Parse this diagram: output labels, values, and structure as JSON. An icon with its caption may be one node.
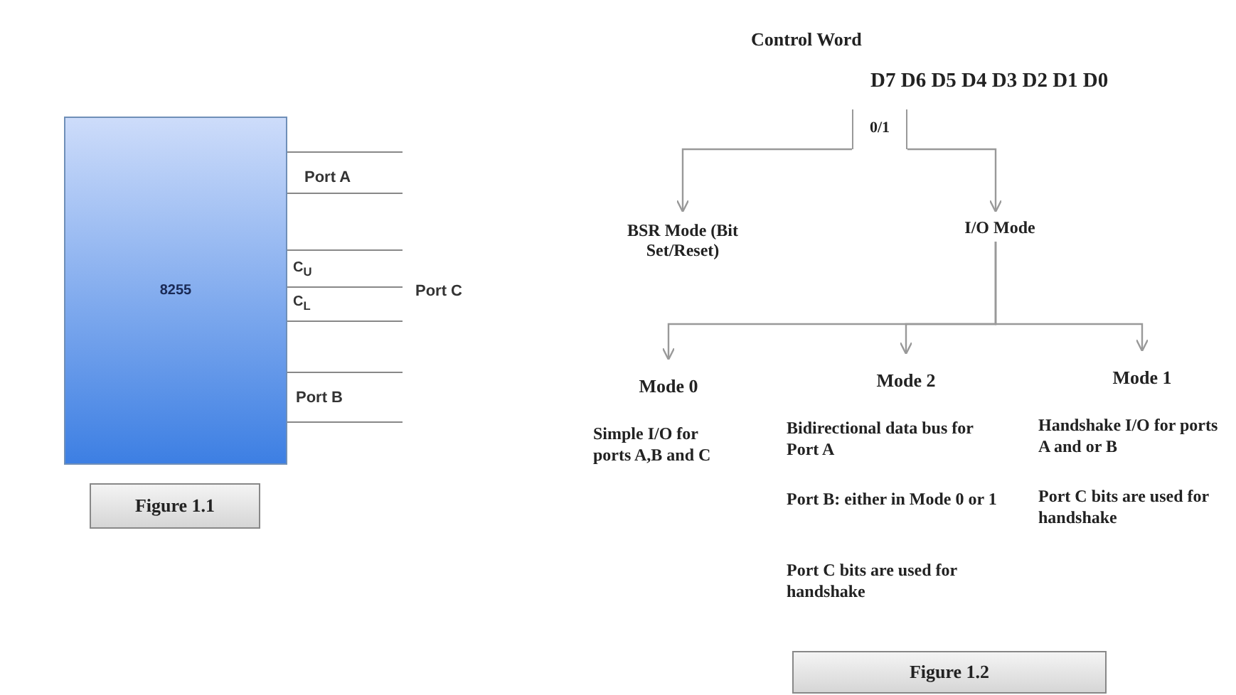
{
  "diagram": {
    "nodes": [
      {
        "text": [
          "8255"
        ]
      },
      {
        "text": [
          "Figure 1.1"
        ]
      },
      {
        "text": [
          "0/1"
        ]
      },
      {
        "text": [
          "BSR Mode (Bit Set/Reset)"
        ]
      },
      {
        "text": [
          "I/O Mode"
        ]
      },
      {
        "text": [
          "Mode 0"
        ],
        "beside": [
          "Simple I/O for ports A,B and C"
        ]
      },
      {
        "text": [
          "Mode 2"
        ],
        "beside": [
          "Bidirectional data bus for Port A",
          "Port B: either in Mode 0 or 1",
          "Port C bits are used for handshake"
        ]
      },
      {
        "text": [
          "Mode 1"
        ],
        "beside": [
          "Handshake I/O for ports A and or B",
          "Port C bits are used for handshake"
        ]
      },
      {
        "text": [
          "Figure 1.2"
        ]
      }
    ],
    "edges": [
      {
        "from": 2,
        "to": 3,
        "arrow": "to"
      },
      {
        "from": 2,
        "to": 4,
        "arrow": "to"
      },
      {
        "from": 4,
        "to": 5,
        "arrow": "to"
      },
      {
        "from": 4,
        "to": 6,
        "arrow": "to"
      },
      {
        "from": 4,
        "to": 7,
        "arrow": "to"
      }
    ],
    "labels": [
      "Port A",
      "C$_{U}$",
      "C$_{L}$",
      "Port C",
      "Port B",
      "Control Word",
      "D7 D6 D5 D4 D3 D2 D1 D0"
    ]
  }
}
